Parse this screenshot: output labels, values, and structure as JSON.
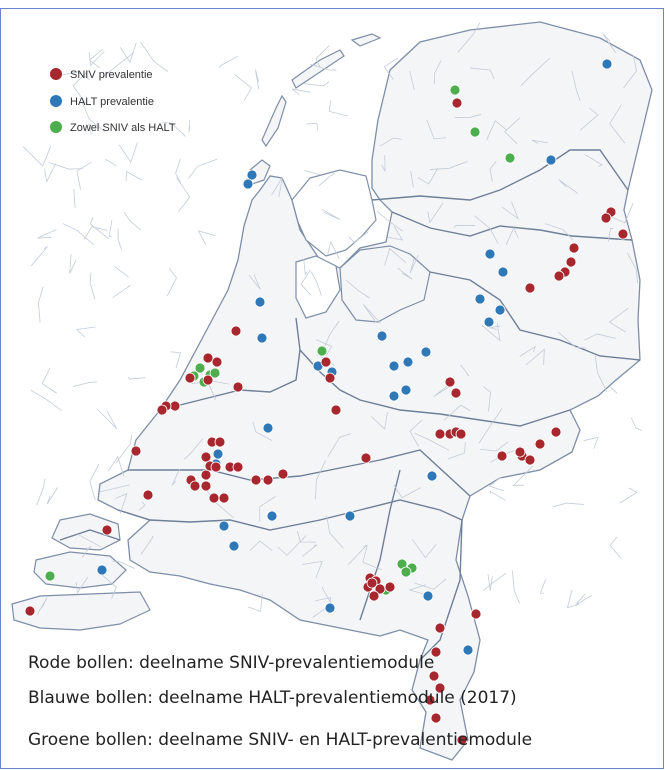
{
  "legend": {
    "items": [
      {
        "label": "SNIV prevalentie",
        "color": "#a8262e"
      },
      {
        "label": "HALT prevalentie",
        "color": "#2f78b8"
      },
      {
        "label": "Zowel SNIV als HALT",
        "color": "#4cae4c"
      }
    ]
  },
  "captions": {
    "red": "Rode bollen: deelname SNIV-prevalentiemodule",
    "blue": "Blauwe bollen: deelname HALT-prevalentiemodule (2017)",
    "green": "Groene bollen: deelname SNIV- en HALT-prevalentiemodule"
  },
  "map": {
    "land_color": "#f4f5f7",
    "border_color": "#8a9bb3",
    "province_color": "#6f7f97",
    "frame_color": "#6a86c8",
    "marker_count_note": "",
    "markers": {
      "red": [
        [
          457,
          103
        ],
        [
          611,
          212
        ],
        [
          606,
          218
        ],
        [
          623,
          234
        ],
        [
          574,
          248
        ],
        [
          571,
          262
        ],
        [
          565,
          272
        ],
        [
          559,
          276
        ],
        [
          530,
          288
        ],
        [
          236,
          331
        ],
        [
          208,
          358
        ],
        [
          190,
          378
        ],
        [
          208,
          380
        ],
        [
          217,
          362
        ],
        [
          238,
          387
        ],
        [
          175,
          406
        ],
        [
          166,
          406
        ],
        [
          162,
          410
        ],
        [
          212,
          442
        ],
        [
          220,
          442
        ],
        [
          206,
          457
        ],
        [
          210,
          466
        ],
        [
          206,
          475
        ],
        [
          216,
          467
        ],
        [
          230,
          467
        ],
        [
          238,
          467
        ],
        [
          191,
          480
        ],
        [
          195,
          486
        ],
        [
          206,
          486
        ],
        [
          214,
          498
        ],
        [
          224,
          498
        ],
        [
          256,
          480
        ],
        [
          268,
          480
        ],
        [
          283,
          474
        ],
        [
          136,
          451
        ],
        [
          148,
          495
        ],
        [
          107,
          530
        ],
        [
          30,
          611
        ],
        [
          326,
          362
        ],
        [
          330,
          378
        ],
        [
          336,
          410
        ],
        [
          450,
          382
        ],
        [
          456,
          393
        ],
        [
          440,
          434
        ],
        [
          450,
          434
        ],
        [
          456,
          432
        ],
        [
          461,
          434
        ],
        [
          502,
          456
        ],
        [
          522,
          456
        ],
        [
          520,
          452
        ],
        [
          530,
          460
        ],
        [
          540,
          444
        ],
        [
          556,
          432
        ],
        [
          366,
          458
        ],
        [
          370,
          578
        ],
        [
          368,
          587
        ],
        [
          376,
          581
        ],
        [
          380,
          589
        ],
        [
          390,
          587
        ],
        [
          374,
          596
        ],
        [
          372,
          583
        ],
        [
          476,
          614
        ],
        [
          440,
          628
        ],
        [
          436,
          652
        ],
        [
          434,
          676
        ],
        [
          440,
          688
        ],
        [
          430,
          700
        ],
        [
          436,
          718
        ],
        [
          462,
          740
        ]
      ],
      "blue": [
        [
          607,
          64
        ],
        [
          551,
          160
        ],
        [
          252,
          175
        ],
        [
          248,
          184
        ],
        [
          260,
          302
        ],
        [
          262,
          338
        ],
        [
          490,
          254
        ],
        [
          503,
          272
        ],
        [
          480,
          299
        ],
        [
          489,
          322
        ],
        [
          500,
          310
        ],
        [
          382,
          336
        ],
        [
          426,
          352
        ],
        [
          318,
          366
        ],
        [
          332,
          372
        ],
        [
          408,
          362
        ],
        [
          394,
          366
        ],
        [
          406,
          390
        ],
        [
          394,
          396
        ],
        [
          268,
          428
        ],
        [
          218,
          454
        ],
        [
          216,
          464
        ],
        [
          224,
          526
        ],
        [
          234,
          546
        ],
        [
          272,
          516
        ],
        [
          350,
          516
        ],
        [
          432,
          476
        ],
        [
          102,
          570
        ],
        [
          330,
          608
        ],
        [
          428,
          596
        ],
        [
          468,
          650
        ]
      ],
      "green": [
        [
          455,
          90
        ],
        [
          475,
          132
        ],
        [
          510,
          158
        ],
        [
          322,
          351
        ],
        [
          200,
          368
        ],
        [
          210,
          375
        ],
        [
          215,
          373
        ],
        [
          204,
          382
        ],
        [
          194,
          376
        ],
        [
          50,
          576
        ],
        [
          402,
          564
        ],
        [
          412,
          568
        ],
        [
          406,
          572
        ],
        [
          386,
          590
        ]
      ]
    }
  }
}
